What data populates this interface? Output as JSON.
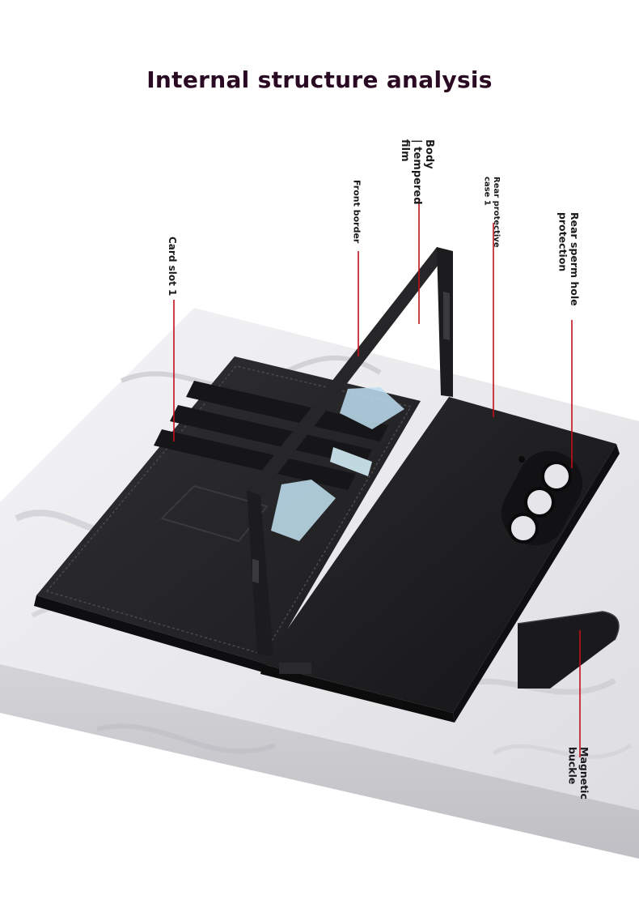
{
  "title": "Internal structure analysis",
  "colors": {
    "title": "#2a0a22",
    "callout_line": "#c0101e",
    "case_black": "#1b1b1d",
    "marble": "#e9e9ec"
  },
  "callouts": {
    "card_slot": "Card slot 1",
    "front_border": "Front border",
    "tempered_film": "Body\n| tempered\nfilm",
    "rear_case": "Rear protective\ncase 1",
    "rear_hole": "Rear sperm hole\nprotection",
    "magnetic_buckle": "Magnetic\nbuckle"
  }
}
